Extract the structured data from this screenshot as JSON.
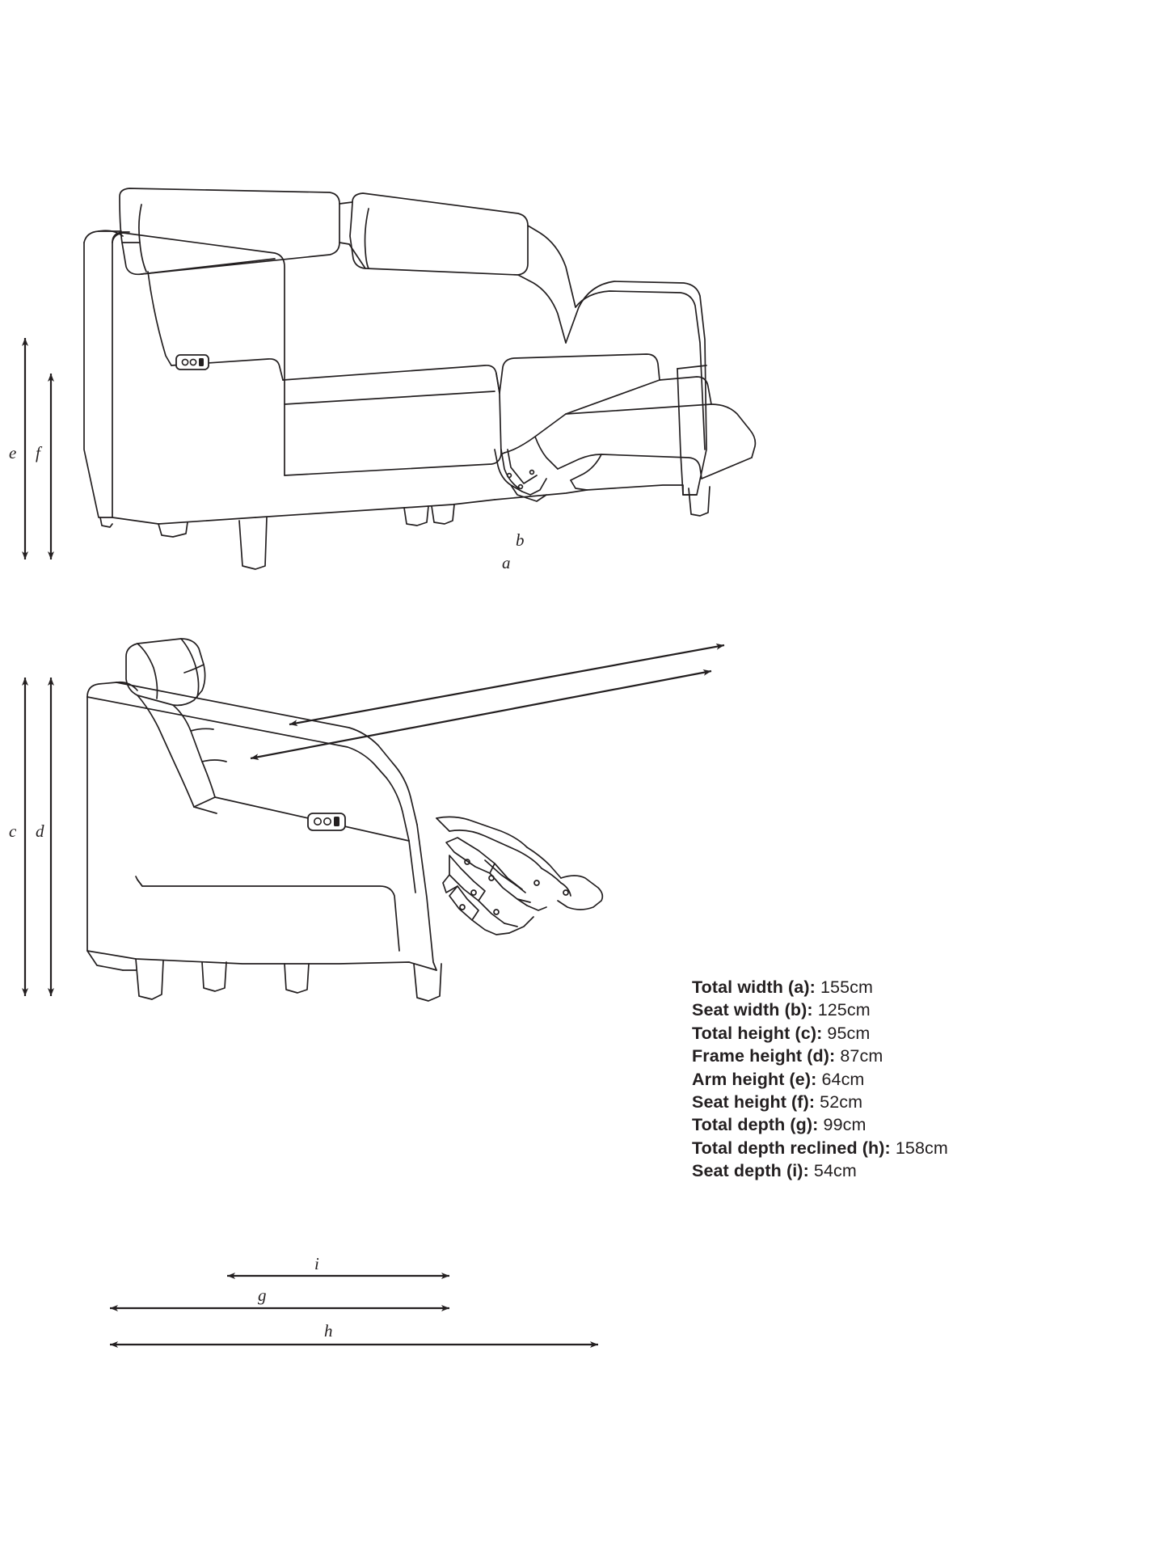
{
  "diagram": {
    "title": "Sofa dimension diagram",
    "views": [
      {
        "name": "front-three-quarter-view",
        "description": "2 seater power recliner sofa, one seat reclined"
      },
      {
        "name": "side-view",
        "description": "Side profile of power recliner with footrest extended"
      }
    ],
    "control_panel": {
      "name": "power-recliner-control",
      "buttons": [
        "circle",
        "circle",
        "rounded-square"
      ]
    },
    "dimension_labels": {
      "a": "a",
      "b": "b",
      "c": "c",
      "d": "d",
      "e": "e",
      "f": "f",
      "g": "g",
      "h": "h",
      "i": "i"
    }
  },
  "specifications": [
    {
      "label": "Total width (a):",
      "value": "155cm"
    },
    {
      "label": "Seat width (b):",
      "value": "125cm"
    },
    {
      "label": "Total height (c):",
      "value": "95cm"
    },
    {
      "label": "Frame height (d):",
      "value": "87cm"
    },
    {
      "label": "Arm height (e):",
      "value": "64cm"
    },
    {
      "label": "Seat height (f):",
      "value": "52cm"
    },
    {
      "label": "Total depth (g):",
      "value": "99cm"
    },
    {
      "label": "Total depth reclined (h):",
      "value": "158cm"
    },
    {
      "label": "Seat depth (i):",
      "value": "54cm"
    }
  ],
  "colors": {
    "line": "#231f20",
    "background": "#ffffff",
    "text": "#231f20"
  }
}
